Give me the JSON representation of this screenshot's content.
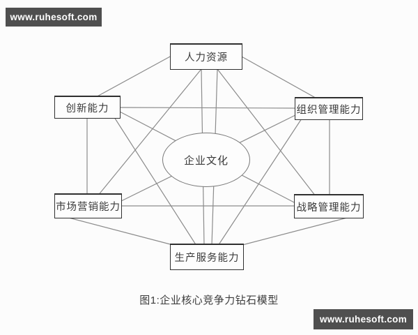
{
  "watermarks": {
    "top_left": "www.ruhesoft.com",
    "bottom_right": "www.ruhesoft.com"
  },
  "diagram": {
    "type": "network-diagram",
    "structure": "complete graph among six capability boxes arranged in a hexagon, with a central culture ellipse overlapping the crossing connectors",
    "center_label": "企业文化",
    "nodes": [
      {
        "id": "human-resources",
        "label": "人力资源",
        "position": "top"
      },
      {
        "id": "innovation",
        "label": "创新能力",
        "position": "upper-left"
      },
      {
        "id": "org-management",
        "label": "组织管理能力",
        "position": "upper-right"
      },
      {
        "id": "marketing",
        "label": "市场营销能力",
        "position": "lower-left"
      },
      {
        "id": "strategy-management",
        "label": "战略管理能力",
        "position": "lower-right"
      },
      {
        "id": "production-service",
        "label": "生产服务能力",
        "position": "bottom"
      }
    ],
    "edges": [
      [
        "人力资源",
        "创新能力"
      ],
      [
        "人力资源",
        "组织管理能力"
      ],
      [
        "人力资源",
        "市场营销能力"
      ],
      [
        "人力资源",
        "战略管理能力"
      ],
      [
        "人力资源",
        "生产服务能力"
      ],
      [
        "创新能力",
        "组织管理能力"
      ],
      [
        "创新能力",
        "市场营销能力"
      ],
      [
        "创新能力",
        "战略管理能力"
      ],
      [
        "创新能力",
        "生产服务能力"
      ],
      [
        "组织管理能力",
        "市场营销能力"
      ],
      [
        "组织管理能力",
        "战略管理能力"
      ],
      [
        "组织管理能力",
        "生产服务能力"
      ],
      [
        "市场营销能力",
        "战略管理能力"
      ],
      [
        "市场营销能力",
        "生产服务能力"
      ],
      [
        "战略管理能力",
        "生产服务能力"
      ]
    ]
  },
  "caption": "图1:企业核心竞争力钻石模型",
  "colors": {
    "background": "#fcfcfc",
    "connector_line": "#8b8b8b",
    "box_border": "#2f2f2f",
    "ellipse_border": "#787878",
    "text": "#3a3a3a",
    "banner_background": "#4f4f4f",
    "banner_text": "#ffffff"
  }
}
